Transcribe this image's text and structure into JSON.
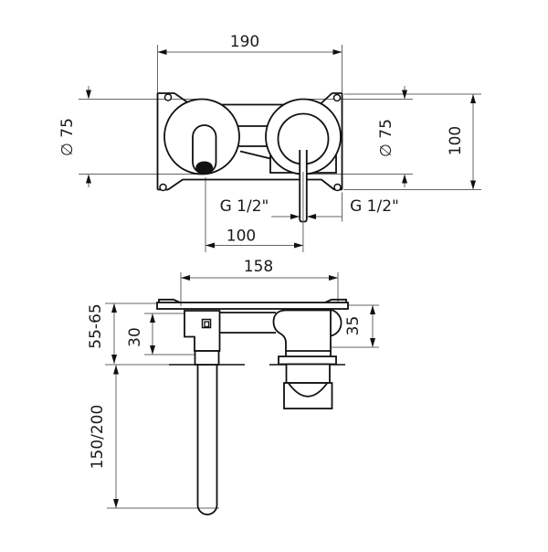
{
  "front_view": {
    "plate_width": "190",
    "escutcheon_diameter_left": "∅ 75",
    "escutcheon_diameter_right": "∅ 75",
    "plate_height": "100",
    "thread_left": "G 1/2\"",
    "thread_right": "G 1/2\"",
    "spout_to_handle_spacing": "100"
  },
  "side_view": {
    "body_width": "158",
    "wall_depth_range": "55-65",
    "spout_offset": "30",
    "spout_length_options": "150/200",
    "cartridge_depth": "35"
  },
  "colors": {
    "outline": "#111111",
    "dimension": "#666666",
    "background": "#ffffff"
  }
}
